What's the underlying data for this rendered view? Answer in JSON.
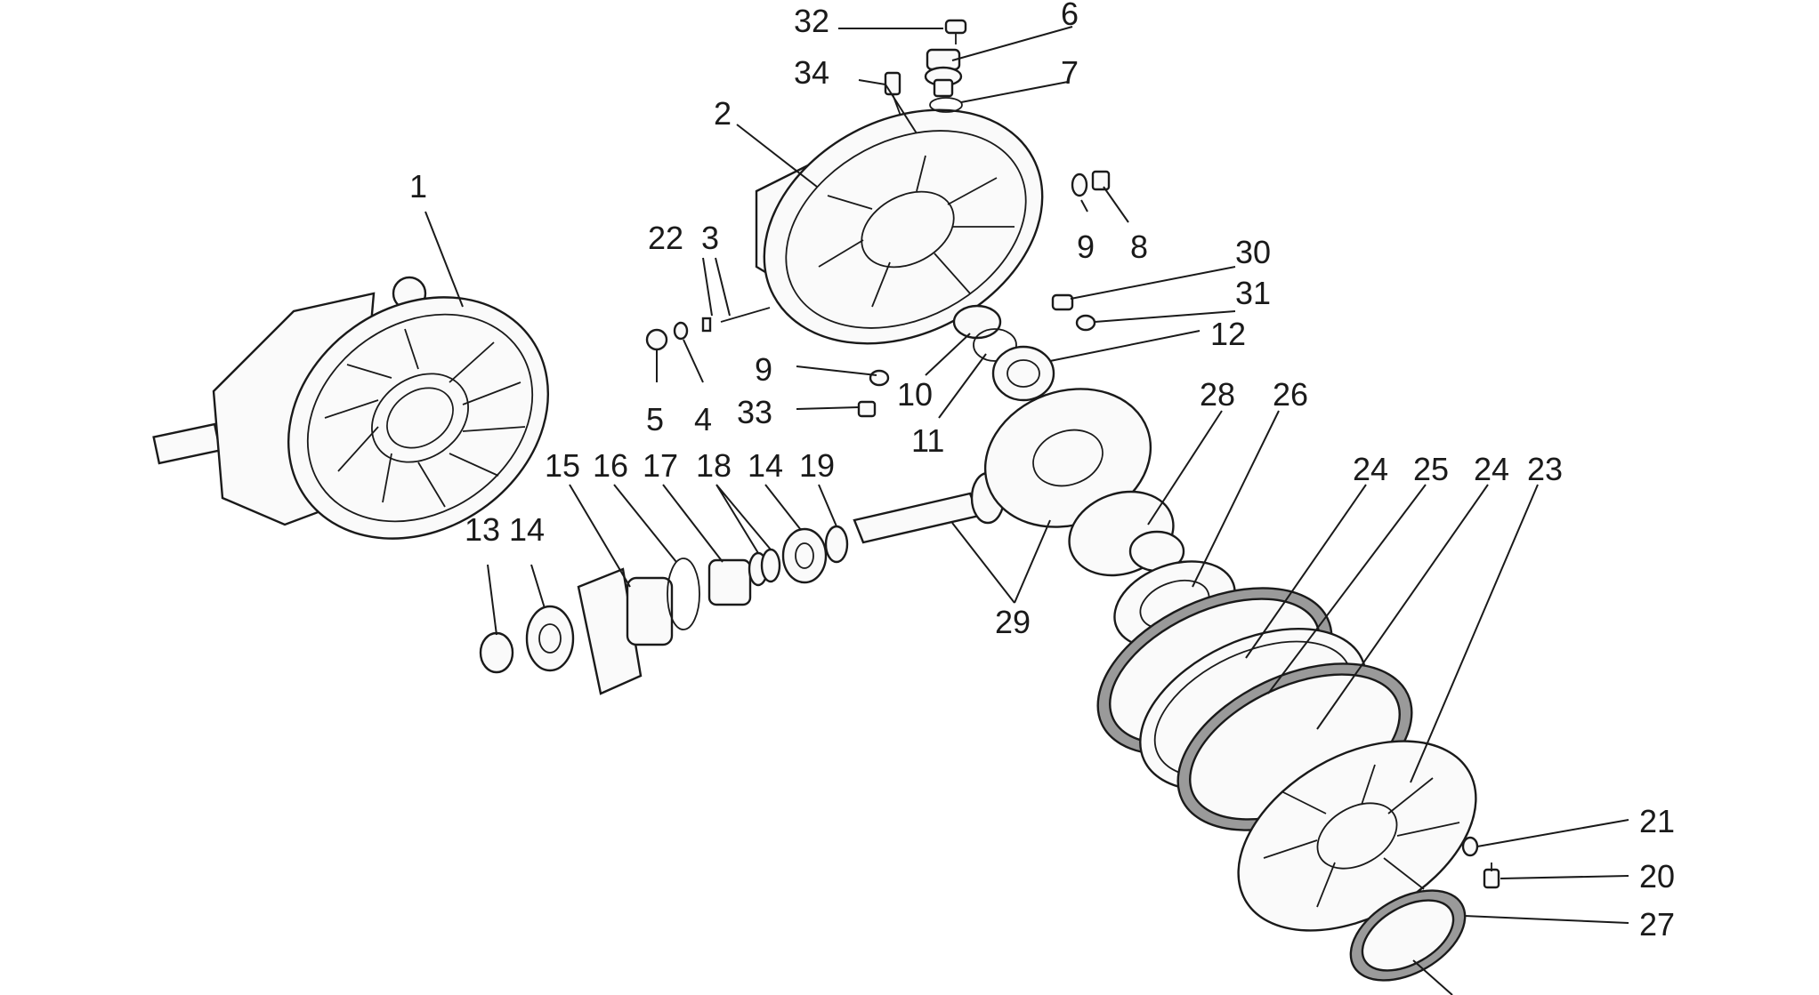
{
  "diagram": {
    "callouts": [
      {
        "id": "c32",
        "text": "32"
      },
      {
        "id": "c6",
        "text": "6"
      },
      {
        "id": "c34",
        "text": "34"
      },
      {
        "id": "c7",
        "text": "7"
      },
      {
        "id": "c2",
        "text": "2"
      },
      {
        "id": "c1",
        "text": "1"
      },
      {
        "id": "c9a",
        "text": "9"
      },
      {
        "id": "c8",
        "text": "8"
      },
      {
        "id": "c22",
        "text": "22"
      },
      {
        "id": "c3",
        "text": "3"
      },
      {
        "id": "c30",
        "text": "30"
      },
      {
        "id": "c31",
        "text": "31"
      },
      {
        "id": "c12",
        "text": "12"
      },
      {
        "id": "c9b",
        "text": "9"
      },
      {
        "id": "c10",
        "text": "10"
      },
      {
        "id": "c5",
        "text": "5"
      },
      {
        "id": "c4",
        "text": "4"
      },
      {
        "id": "c33",
        "text": "33"
      },
      {
        "id": "c11",
        "text": "11"
      },
      {
        "id": "c28",
        "text": "28"
      },
      {
        "id": "c26",
        "text": "26"
      },
      {
        "id": "c15",
        "text": "15"
      },
      {
        "id": "c16",
        "text": "16"
      },
      {
        "id": "c17",
        "text": "17"
      },
      {
        "id": "c18",
        "text": "18"
      },
      {
        "id": "c14a",
        "text": "14"
      },
      {
        "id": "c19",
        "text": "19"
      },
      {
        "id": "c24a",
        "text": "24"
      },
      {
        "id": "c25",
        "text": "25"
      },
      {
        "id": "c24b",
        "text": "24"
      },
      {
        "id": "c23",
        "text": "23"
      },
      {
        "id": "c13",
        "text": "13"
      },
      {
        "id": "c14b",
        "text": "14"
      },
      {
        "id": "c29",
        "text": "29"
      },
      {
        "id": "c21",
        "text": "21"
      },
      {
        "id": "c20",
        "text": "20"
      },
      {
        "id": "c27",
        "text": "27"
      }
    ]
  }
}
